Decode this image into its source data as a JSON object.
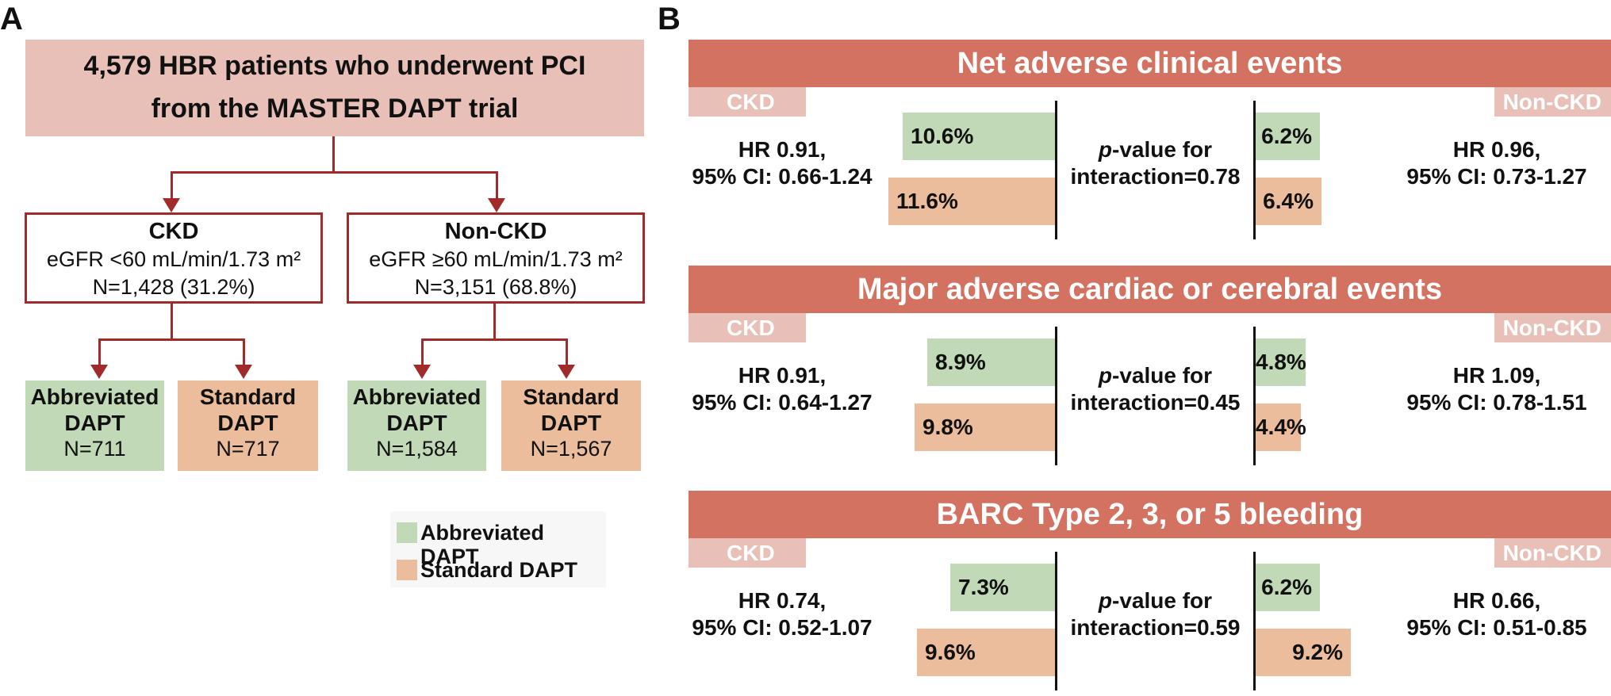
{
  "panel_a": {
    "letter": "A",
    "top": {
      "line1": "4,579 HBR patients who underwent PCI",
      "line2": "from the MASTER DAPT trial"
    },
    "groups": [
      {
        "title": "CKD",
        "criterion": "eGFR <60 mL/min/1.73 m²",
        "n": "N=1,428 (31.2%)"
      },
      {
        "title": "Non-CKD",
        "criterion": "eGFR ≥60 mL/min/1.73 m²",
        "n": "N=3,151 (68.8%)"
      }
    ],
    "arms": [
      {
        "line1": "Abbreviated",
        "line2": "DAPT",
        "n": "N=711"
      },
      {
        "line1": "Standard",
        "line2": "DAPT",
        "n": "N=717"
      },
      {
        "line1": "Abbreviated",
        "line2": "DAPT",
        "n": "N=1,584"
      },
      {
        "line1": "Standard",
        "line2": "DAPT",
        "n": "N=1,567"
      }
    ],
    "legend": [
      {
        "label": "Abbreviated DAPT",
        "color": "#c2d9b8"
      },
      {
        "label": "Standard DAPT",
        "color": "#ecbd9c"
      }
    ]
  },
  "panel_b": {
    "letter": "B",
    "ckd_tag": "CKD",
    "nonckd_tag": "Non-CKD",
    "pvalue_word": "p",
    "pvalue_rest": "-value for",
    "sections": [
      {
        "title": "Net adverse clinical events",
        "ckd_hr": "HR 0.91,",
        "ckd_ci": "95% CI: 0.66-1.24",
        "ckd_abbr_label": "10.6%",
        "ckd_std_label": "11.6%",
        "interaction": "interaction=0.78",
        "nonckd_abbr_label": "6.2%",
        "nonckd_std_label": "6.4%",
        "nonckd_hr": "HR 0.96,",
        "nonckd_ci": "95% CI: 0.73-1.27"
      },
      {
        "title": "Major adverse cardiac or cerebral events",
        "ckd_hr": "HR 0.91,",
        "ckd_ci": "95% CI: 0.64-1.27",
        "ckd_abbr_label": "8.9%",
        "ckd_std_label": "9.8%",
        "interaction": "interaction=0.45",
        "nonckd_abbr_label": "4.8%",
        "nonckd_std_label": "4.4%",
        "nonckd_hr": "HR 1.09,",
        "nonckd_ci": "95% CI: 0.78-1.51"
      },
      {
        "title": "BARC Type 2, 3, or 5 bleeding",
        "ckd_hr": "HR 0.74,",
        "ckd_ci": "95% CI: 0.52-1.07",
        "ckd_abbr_label": "7.3%",
        "ckd_std_label": "9.6%",
        "interaction": "interaction=0.59",
        "nonckd_abbr_label": "6.2%",
        "nonckd_std_label": "9.2%",
        "nonckd_hr": "HR 0.66,",
        "nonckd_ci": "95% CI: 0.51-0.85"
      }
    ]
  },
  "chart_data": {
    "type": "bar",
    "categories": [
      "Net adverse clinical events",
      "Major adverse cardiac or cerebral events",
      "BARC Type 2, 3, or 5 bleeding"
    ],
    "series": [
      {
        "name": "Abbreviated DAPT",
        "values": [
          10.6,
          8.9,
          7.3
        ]
      },
      {
        "name": "Standard DAPT",
        "values": [
          11.6,
          9.8,
          9.6
        ]
      },
      {
        "name": "Abbreviated DAPT",
        "values": [
          6.2,
          4.8,
          6.2
        ]
      },
      {
        "name": "Standard DAPT",
        "values": [
          6.4,
          4.4,
          9.2
        ]
      }
    ],
    "groups": [
      "CKD",
      "CKD",
      "Non-CKD",
      "Non-CKD"
    ]
  }
}
